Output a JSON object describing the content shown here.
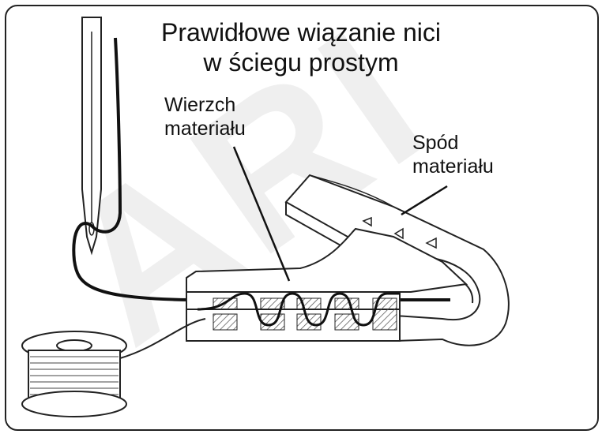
{
  "title": {
    "line1": "Prawidłowe wiązanie nici",
    "line2": "w ściegu prostym"
  },
  "labels": {
    "top_line1": "Wierzch",
    "top_line2": "materiału",
    "bottom_line1": "Spód",
    "bottom_line2": "materiału"
  },
  "watermark": "ARI",
  "colors": {
    "outline": "#222222",
    "thread": "#111111",
    "hatch": "#555555"
  }
}
